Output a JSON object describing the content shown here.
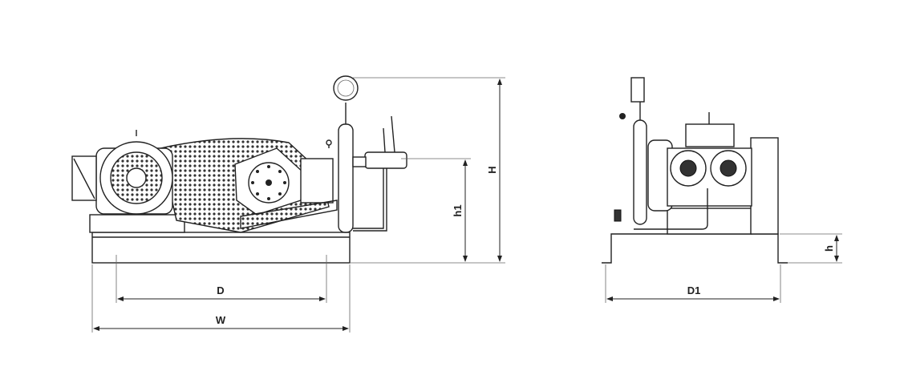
{
  "dimensions": {
    "W": "W",
    "D": "D",
    "H": "H",
    "h1": "h1",
    "D1": "D1",
    "h": "h"
  }
}
